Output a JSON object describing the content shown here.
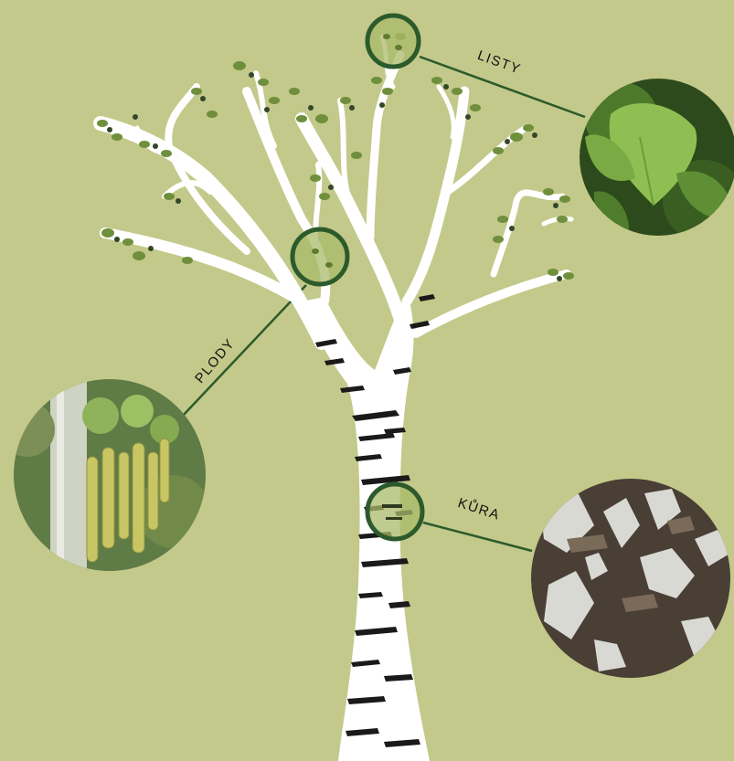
{
  "labels": {
    "leaves": "LISTY",
    "fruits": "PLODY",
    "bark": "KŮRA"
  },
  "colors": {
    "background": "#c3c98a",
    "ring": "#2c5a2c",
    "connector": "#2c5a2c",
    "trunk": "#ffffff",
    "bark_mark": "#1a1a1a",
    "leaf": "#6f8f3c",
    "leaf_dark": "#33482a"
  }
}
